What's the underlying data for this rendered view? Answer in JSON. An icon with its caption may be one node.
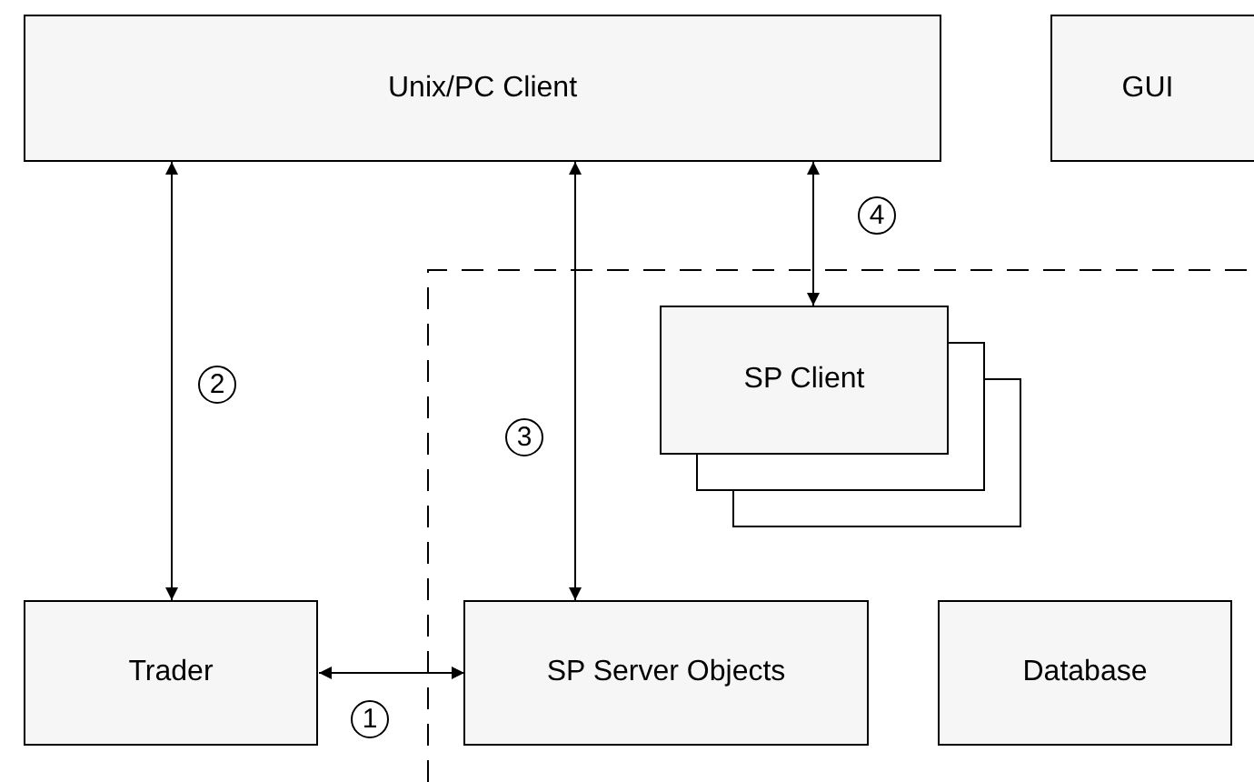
{
  "diagram": {
    "nodes": [
      {
        "text": [
          "Unix/PC Client"
        ]
      },
      {
        "text": [
          "GUI"
        ]
      },
      {
        "text": [
          "SP Client"
        ]
      },
      {
        "text": [
          "Trader"
        ]
      },
      {
        "text": [
          "SP Server Objects"
        ]
      },
      {
        "text": [
          "Database"
        ]
      }
    ],
    "edges": [
      {
        "from": 3,
        "to": 4,
        "arrow": "both",
        "label": "1"
      },
      {
        "from": 0,
        "to": 3,
        "arrow": "both",
        "label": "2"
      },
      {
        "from": 0,
        "to": 4,
        "arrow": "both",
        "label": "3"
      },
      {
        "from": 0,
        "to": 2,
        "arrow": "both",
        "label": "4"
      }
    ]
  }
}
